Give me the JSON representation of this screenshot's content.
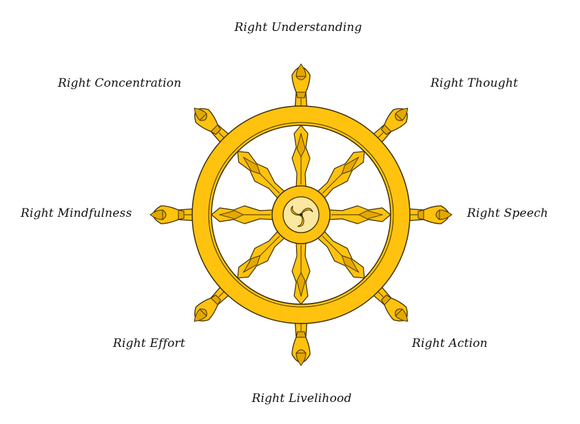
{
  "diagram": {
    "colors": {
      "gold": "#FFC20E",
      "gold_dark": "#E3A800",
      "hub_cream": "#FCE7A0",
      "outline": "#3a2c00"
    },
    "spoke_count": 8,
    "labels": {
      "top": "Right Understanding",
      "top_right": "Right Thought",
      "right": "Right Speech",
      "bottom_right": "Right Action",
      "bottom": "Right Livelihood",
      "bottom_left": "Right Effort",
      "left": "Right Mindfulness",
      "top_left": "Right Concentration"
    }
  }
}
